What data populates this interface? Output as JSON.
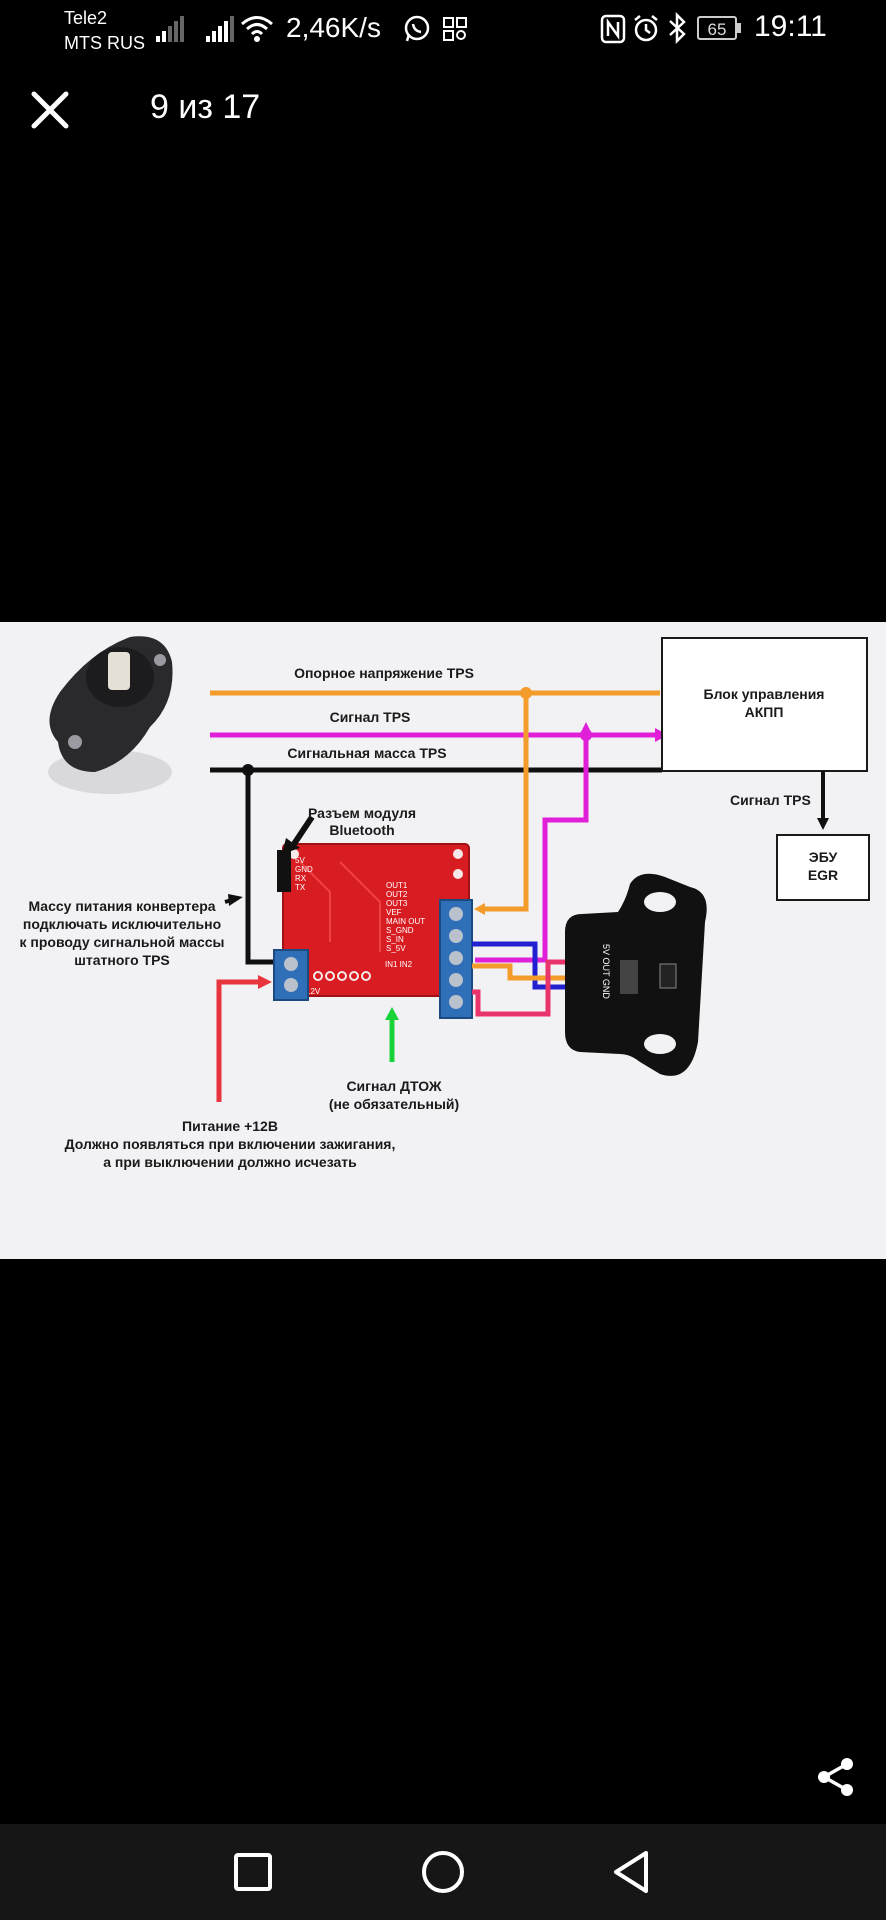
{
  "status": {
    "carrier1": "Tele2",
    "carrier2": "MTS RUS",
    "net_speed": "2,46K/s",
    "battery": "65",
    "time": "19:11"
  },
  "viewer": {
    "counter": "9 из 17"
  },
  "photo": {
    "ref_voltage": "Опорное напряжение TPS",
    "signal_tps": "Сигнал TPS",
    "signal_ground": "Сигнальная масса TPS",
    "tcu_line1": "Блок управления",
    "tcu_line2": "АКПП",
    "signal_tps_right": "Сигнал TPS",
    "ecu_line1": "ЭБУ",
    "ecu_line2": "EGR",
    "bt_line1": "Разъем модуля",
    "bt_line2": "Bluetooth",
    "ground_note1": "Массу питания конвертера",
    "ground_note2": "подключать исключительно",
    "ground_note3": "к  проводу сигнальной массы",
    "ground_note4": "штатного TPS",
    "dtozh_line1": "Сигнал ДТОЖ",
    "dtozh_line2": "(не обязательный)",
    "power_line1": "Питание +12В",
    "power_line2": "Должно появляться при включении зажигания,",
    "power_line3": "а при выключении должно исчезать",
    "pcb_bt_pins": [
      "5V",
      "GND",
      "RX",
      "TX"
    ],
    "pcb_out_pins": [
      "OUT1",
      "OUT2",
      "OUT3",
      "VEF",
      "MAIN OUT",
      "S_GND",
      "S_IN",
      "S_5V"
    ],
    "pcb_in_pins": "IN1  IN2",
    "pcb_12v": "12V",
    "sensor_pins": "5V OUT GND"
  },
  "colors": {
    "orange": "#f39c2c",
    "magenta": "#e020d8",
    "black": "#101010",
    "green": "#19d23a",
    "red": "#e8343c",
    "pcb": "#d81d22"
  }
}
